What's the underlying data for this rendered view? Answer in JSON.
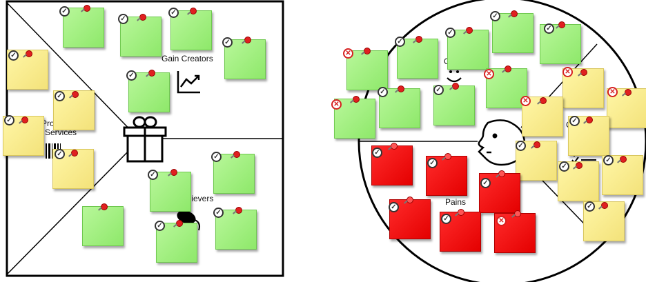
{
  "labels": {
    "gain_creators": "Gain Creators",
    "products_services_1": "Pro",
    "products_services_2": "Services",
    "pain_relievers": "elievers",
    "gains": "G",
    "pains": "Pains",
    "customer_jobs": "C"
  },
  "colors": {
    "green_note": "#8ee86a",
    "yellow_note": "#f3e27a",
    "red_note": "#e40000",
    "check": "#333333",
    "cross": "#d62020",
    "lines": "#000000"
  },
  "icons": {
    "gift": "gift-icon",
    "chart": "chart-up-icon",
    "pill": "pill-icon",
    "smiley": "smiley-icon",
    "face": "face-profile-icon",
    "barcode": "barcode-icon",
    "checklist": "checklist-icon"
  },
  "badges": {
    "check": "✓",
    "cross": "✕"
  }
}
